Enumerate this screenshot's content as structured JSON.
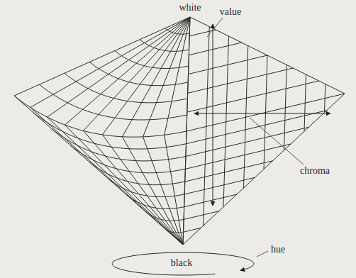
{
  "diagram": {
    "labels": [
      "white",
      "value",
      "chroma",
      "black",
      "hue"
    ]
  }
}
